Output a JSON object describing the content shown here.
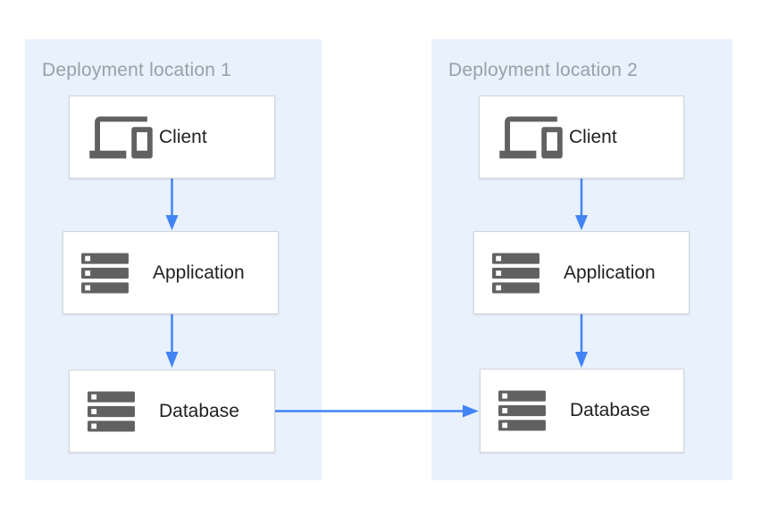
{
  "diagram": {
    "locations": [
      {
        "title": "Deployment location 1",
        "nodes": [
          {
            "id": "client-1",
            "label": "Client",
            "icon": "devices-icon"
          },
          {
            "id": "application-1",
            "label": "Application",
            "icon": "server-stack-icon"
          },
          {
            "id": "database-1",
            "label": "Database",
            "icon": "server-stack-icon"
          }
        ]
      },
      {
        "title": "Deployment location 2",
        "nodes": [
          {
            "id": "client-2",
            "label": "Client",
            "icon": "devices-icon"
          },
          {
            "id": "application-2",
            "label": "Application",
            "icon": "server-stack-icon"
          },
          {
            "id": "database-2",
            "label": "Database",
            "icon": "server-stack-icon"
          }
        ]
      }
    ],
    "connections": [
      {
        "from": "client-1",
        "to": "application-1",
        "direction": "down"
      },
      {
        "from": "application-1",
        "to": "database-1",
        "direction": "down"
      },
      {
        "from": "client-2",
        "to": "application-2",
        "direction": "down"
      },
      {
        "from": "application-2",
        "to": "database-2",
        "direction": "down"
      },
      {
        "from": "database-1",
        "to": "database-2",
        "direction": "right"
      }
    ],
    "colors": {
      "panel_background": "#E8F1FC",
      "arrow_blue": "#4284F4",
      "icon_gray": "#616161",
      "box_border": "#D4D7DA",
      "title_gray": "#9AA0A6",
      "label_text": "#212121"
    }
  }
}
